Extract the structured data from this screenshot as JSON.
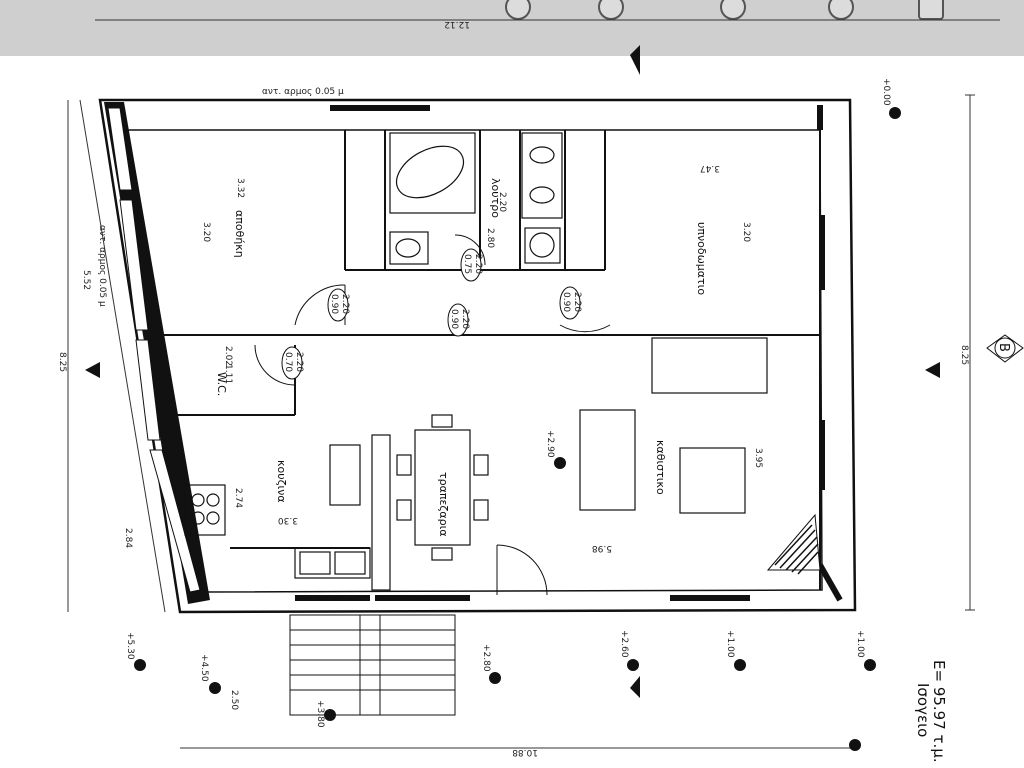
{
  "toolbar": {
    "icons": [
      "lasso-icon",
      "pen-icon",
      "sparkle-icon",
      "dot-icon",
      "copy-icon"
    ]
  },
  "plan": {
    "title": "Ισογειο",
    "area": "E= 95.97 τ.μ.",
    "section_mark": "B",
    "rooms": {
      "storage": "αποθήκη",
      "bathroom": "λουτρο",
      "bedroom": "υπνοδωματιο",
      "wc": "W.C.",
      "kitchen": "κουζινα",
      "dining": "τραπεζαρια",
      "living": "καθιστικο"
    },
    "joint_notes": [
      "αντ. αρμος 0.05 μ",
      "αντ. αρμος 0.05 μ"
    ],
    "doors": [
      {
        "w": "0.90",
        "h": "2.20"
      },
      {
        "w": "0.75",
        "h": "2.20"
      },
      {
        "w": "0.90",
        "h": "2.20"
      },
      {
        "w": "0.90",
        "h": "2.20"
      },
      {
        "w": "0.70",
        "h": "2.20"
      }
    ],
    "dims": {
      "top_overall": "12.12",
      "bottom_overall": "10.88",
      "right_height": "8.25",
      "left_height": "8.25",
      "left_upper": "5.52",
      "left_lower": "2.84",
      "left_stair": "2.50",
      "storage_w": "3.32",
      "storage_h": "3.20",
      "bath_w": "2.80",
      "bath_h": "2.20",
      "bed_w": "3.47",
      "bed_h": "3.20",
      "wc_w": "2.02",
      "wc_h": "1.11",
      "kitchen_h": "2.74",
      "kitchen_w": "3.30",
      "living_h": "3.95",
      "living_w": "5.98"
    },
    "levels": [
      "+0.00",
      "+2.90",
      "+5.30",
      "+4.50",
      "+3.80",
      "+2.80",
      "+2.60",
      "+1.00",
      "+1.00"
    ]
  }
}
